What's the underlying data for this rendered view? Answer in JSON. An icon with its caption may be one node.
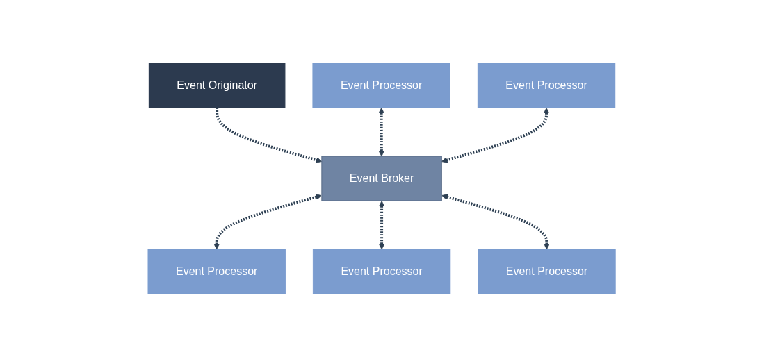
{
  "diagram": {
    "nodes": [
      {
        "text": [
          "Event Processor"
        ]
      },
      {
        "text": [
          "Event Processor"
        ]
      },
      {
        "text": [
          "Event Originator"
        ]
      },
      {
        "text": [
          "Event Broker"
        ]
      },
      {
        "text": [
          "Event Processor"
        ]
      },
      {
        "text": [
          "Event Processor"
        ]
      },
      {
        "text": [
          "Event Processor"
        ]
      }
    ],
    "edges": [
      {
        "from": 2,
        "to": 3,
        "arrow": "to",
        "style": "dashed"
      },
      {
        "from": 0,
        "to": 3,
        "arrow": "both",
        "style": "dashed"
      },
      {
        "from": 1,
        "to": 3,
        "arrow": "both",
        "style": "dashed"
      },
      {
        "from": 3,
        "to": 4,
        "arrow": "both",
        "style": "dashed"
      },
      {
        "from": 3,
        "to": 5,
        "arrow": "both",
        "style": "dashed"
      },
      {
        "from": 3,
        "to": 6,
        "arrow": "both",
        "style": "dashed"
      }
    ]
  }
}
